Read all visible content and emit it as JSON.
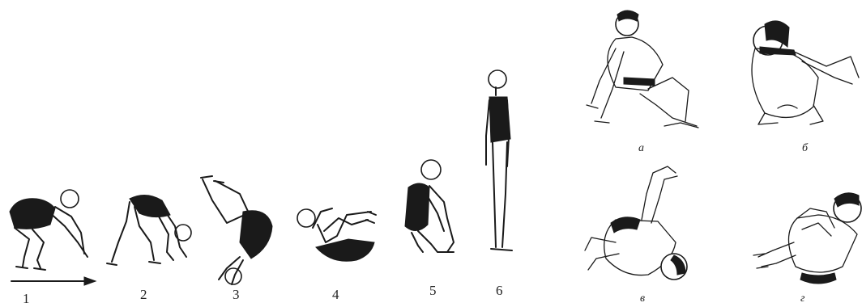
{
  "left_sequence": {
    "labels": [
      "1",
      "2",
      "3",
      "4",
      "5",
      "6"
    ]
  },
  "right_panels": {
    "captions": [
      "а",
      "б",
      "в",
      "г"
    ]
  },
  "icons": {
    "direction_arrow": "arrow-right-icon"
  }
}
